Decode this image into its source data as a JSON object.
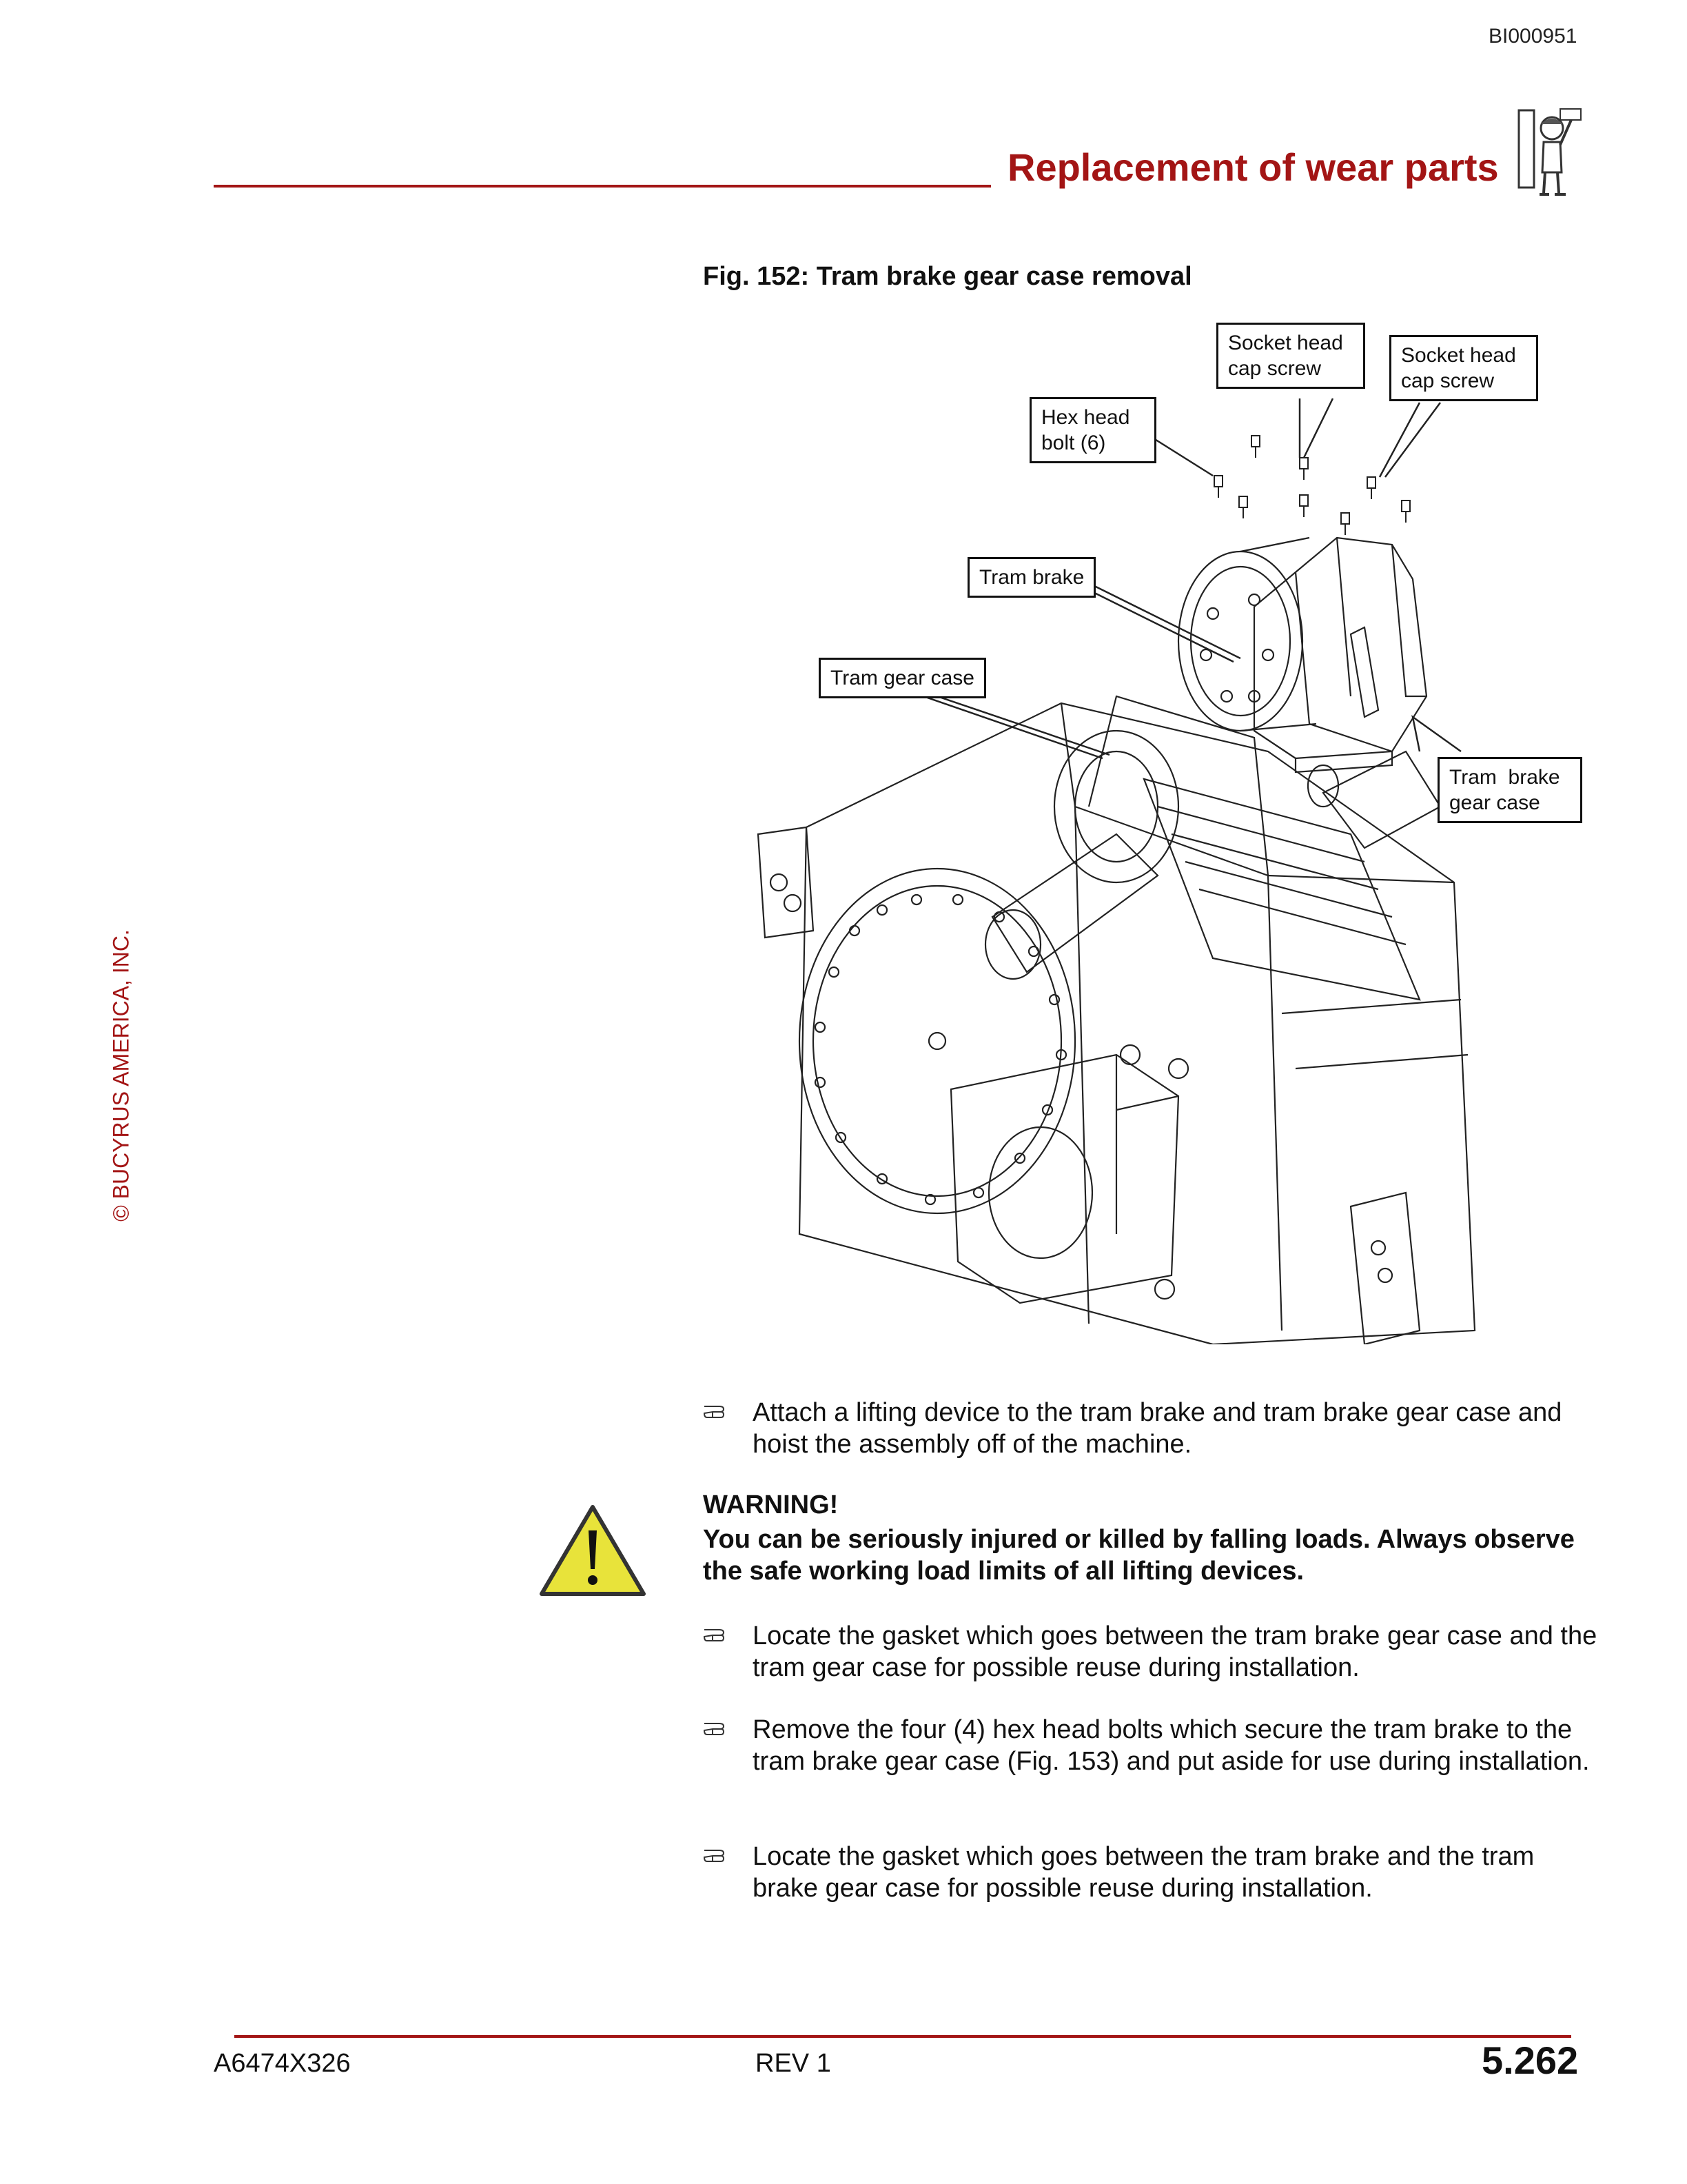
{
  "header": {
    "doc_id": "BI000951",
    "title": "Replacement of wear parts",
    "icon": "start-person-icon"
  },
  "side_text": "© BUCYRUS AMERICA, INC.",
  "figure": {
    "caption": "Fig. 152: Tram brake gear case removal",
    "callouts": {
      "socket_a": [
        "Socket head",
        "cap screw"
      ],
      "socket_b": [
        "Socket head",
        "cap screw"
      ],
      "hex_bolt": [
        "Hex head",
        "bolt (6)"
      ],
      "tram_brake": "Tram brake",
      "tram_gear_case": "Tram gear case",
      "tram_brake_gear_case": [
        "Tram  brake",
        "gear case"
      ]
    }
  },
  "steps": [
    "Attach a lifting device to the tram brake and tram brake gear case and hoist the assembly off of the machine.",
    "Locate the gasket which goes between the tram brake gear case and the tram gear case for possible reuse during installation.",
    "Remove the four (4) hex head bolts which secure the tram brake to the tram brake gear case (Fig. 153) and put aside for use during installation.",
    "Locate the gasket which goes between the tram brake and the tram brake gear case for possible reuse during installation."
  ],
  "warning": {
    "heading": "WARNING!",
    "text": "You can be seriously injured or killed by falling loads.  Always observe the safe working load limits of all lifting devices.",
    "icon": "warning-triangle-icon"
  },
  "footer": {
    "doc_number": "A6474X326",
    "revision": "REV 1",
    "page_number": "5.262"
  },
  "colors": {
    "accent": "#a31515",
    "warning_fill": "#e8e33a"
  }
}
